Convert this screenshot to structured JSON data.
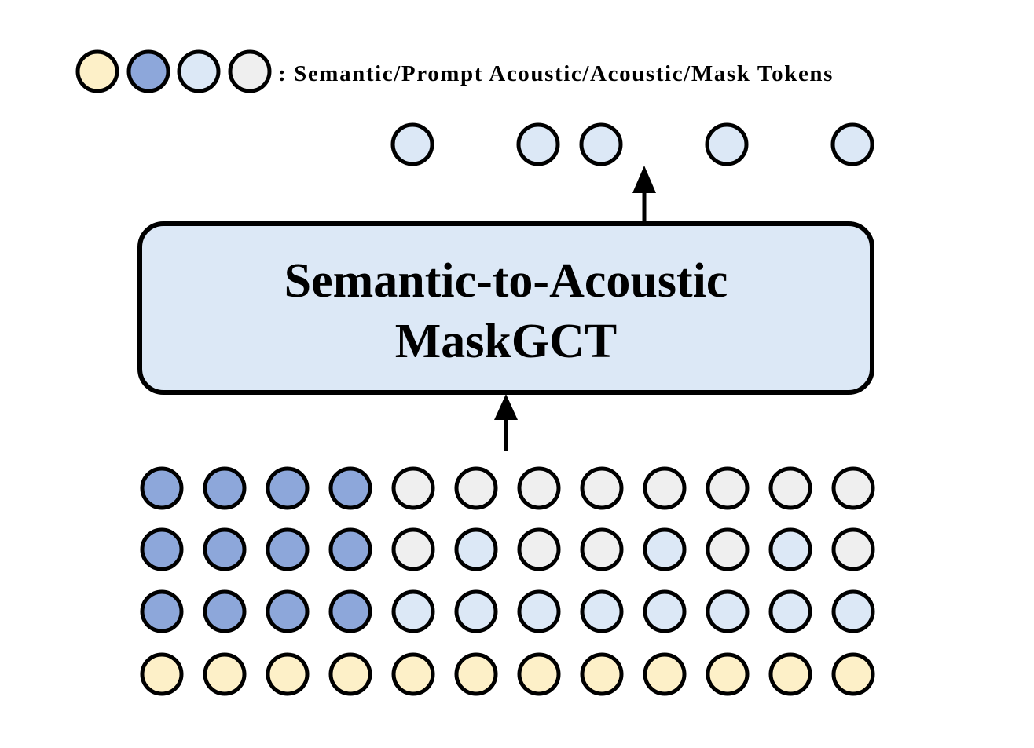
{
  "colors": {
    "semantic": "#FDF0C8",
    "prompt_acoustic": "#8DA7DA",
    "acoustic": "#DCE8F6",
    "mask": "#EFEFEF",
    "box_fill": "#DCE8F6",
    "stroke": "#000000"
  },
  "legend": {
    "tokens": [
      "semantic",
      "prompt_acoustic",
      "acoustic",
      "mask"
    ],
    "text": ": Semantic/Prompt Acoustic/Acoustic/Mask Tokens"
  },
  "model_box": {
    "title_line1": "Semantic-to-Acoustic",
    "title_line2": "MaskGCT"
  },
  "output_tokens": [
    "acoustic",
    "acoustic",
    "acoustic",
    "acoustic",
    "acoustic"
  ],
  "input_grid": [
    [
      "prompt_acoustic",
      "prompt_acoustic",
      "prompt_acoustic",
      "prompt_acoustic",
      "mask",
      "mask",
      "mask",
      "mask",
      "mask",
      "mask",
      "mask",
      "mask"
    ],
    [
      "prompt_acoustic",
      "prompt_acoustic",
      "prompt_acoustic",
      "prompt_acoustic",
      "mask",
      "acoustic",
      "mask",
      "mask",
      "acoustic",
      "mask",
      "acoustic",
      "mask"
    ],
    [
      "prompt_acoustic",
      "prompt_acoustic",
      "prompt_acoustic",
      "prompt_acoustic",
      "acoustic",
      "acoustic",
      "acoustic",
      "acoustic",
      "acoustic",
      "acoustic",
      "acoustic",
      "acoustic"
    ],
    [
      "semantic",
      "semantic",
      "semantic",
      "semantic",
      "semantic",
      "semantic",
      "semantic",
      "semantic",
      "semantic",
      "semantic",
      "semantic",
      "semantic"
    ]
  ]
}
